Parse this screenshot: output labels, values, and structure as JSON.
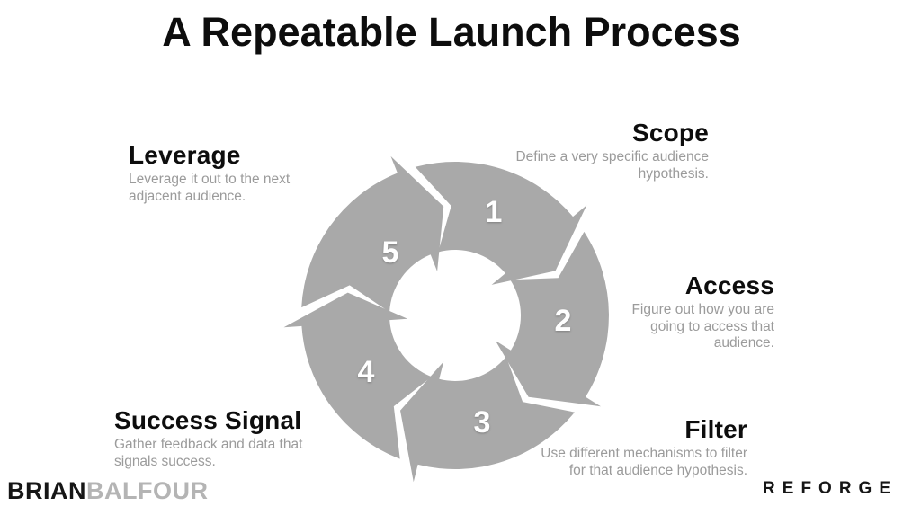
{
  "title": "A Repeatable Launch Process",
  "steps": [
    {
      "number": "1",
      "name": "Scope",
      "lines": [
        "Define a very specific audience",
        "hypothesis."
      ]
    },
    {
      "number": "2",
      "name": "Access",
      "lines": [
        "Figure out how you are",
        "going to access that",
        "audience."
      ]
    },
    {
      "number": "3",
      "name": "Filter",
      "lines": [
        "Use different mechanisms to filter",
        "for that audience hypothesis."
      ]
    },
    {
      "number": "4",
      "name": "Success Signal",
      "lines": [
        "Gather feedback and data that",
        "signals success."
      ]
    },
    {
      "number": "5",
      "name": "Leverage",
      "lines": [
        "Leverage it out to the next",
        "adjacent audience."
      ]
    }
  ],
  "footer": {
    "brand_left_bold": "BRIAN",
    "brand_left_light": "BALFOUR",
    "brand_right": "REFORGE"
  },
  "colors": {
    "segment": "#a9a9a9",
    "number": "#ffffff",
    "heading": "#0d0d0d",
    "description": "#9b9b9b",
    "brand_dark": "#161616",
    "brand_light": "#b4b4b4"
  }
}
